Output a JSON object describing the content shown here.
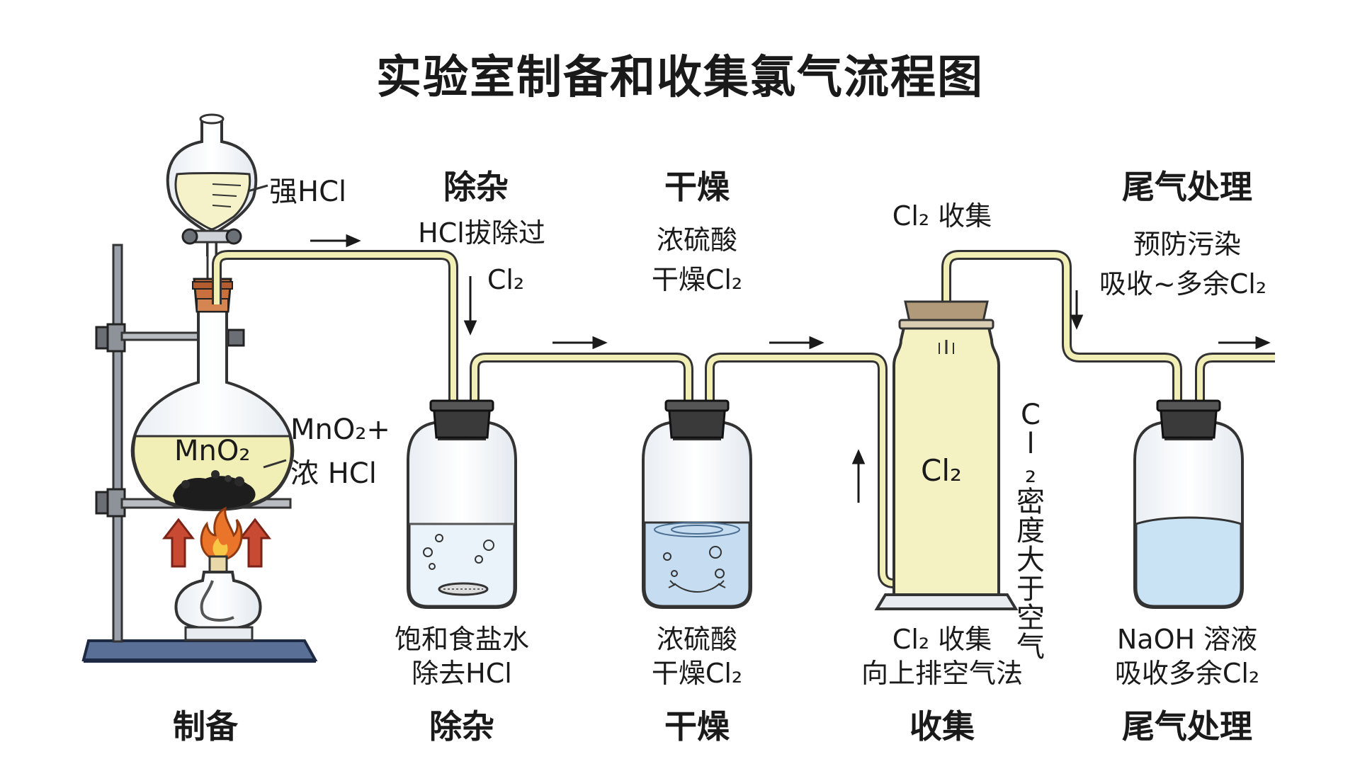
{
  "title": "实验室制备和收集氯气流程图",
  "stages": {
    "prep": {
      "footer": "制备",
      "funnel_label": "强HCl",
      "flask_content": "MnO₂",
      "reagent_line1": "MnO₂+",
      "reagent_line2": "浓 HCl"
    },
    "purify": {
      "header": "除杂",
      "note_line1": "HCl拔除过",
      "note_line2": "Cl₂",
      "bottom_line1": "饱和食盐水",
      "bottom_line2": "除去HCl",
      "footer": "除杂"
    },
    "dry": {
      "header": "干燥",
      "note_line1": "浓硫酸",
      "note_line2": "干燥Cl₂",
      "bottom_line1": "浓硫酸",
      "bottom_line2": "干燥Cl₂",
      "footer": "干燥"
    },
    "collect": {
      "header": "Cl₂ 收集",
      "bottle_label": "Cl₂",
      "side_note": "Cl₂密度大于空气",
      "bottom_line1": "Cl₂ 收集",
      "bottom_line2": "向上排空气法",
      "footer": "收集"
    },
    "tail": {
      "header": "尾气处理",
      "note_line1": "预防污染",
      "note_line2": "吸收~多余Cl₂",
      "bottom_line1": "NaOH 溶液",
      "bottom_line2": "吸收多余Cl₂",
      "footer": "尾气处理"
    }
  },
  "colors": {
    "tube": "#f2efb6",
    "gas": "#f4f1c2",
    "salt_water": "#eaf2fa",
    "acid": "#c6dcf0",
    "naoh": "#c9e3f5",
    "stand": "#5a6f96",
    "flame": "#e9742a",
    "heat_arrow": "#c94a33"
  }
}
